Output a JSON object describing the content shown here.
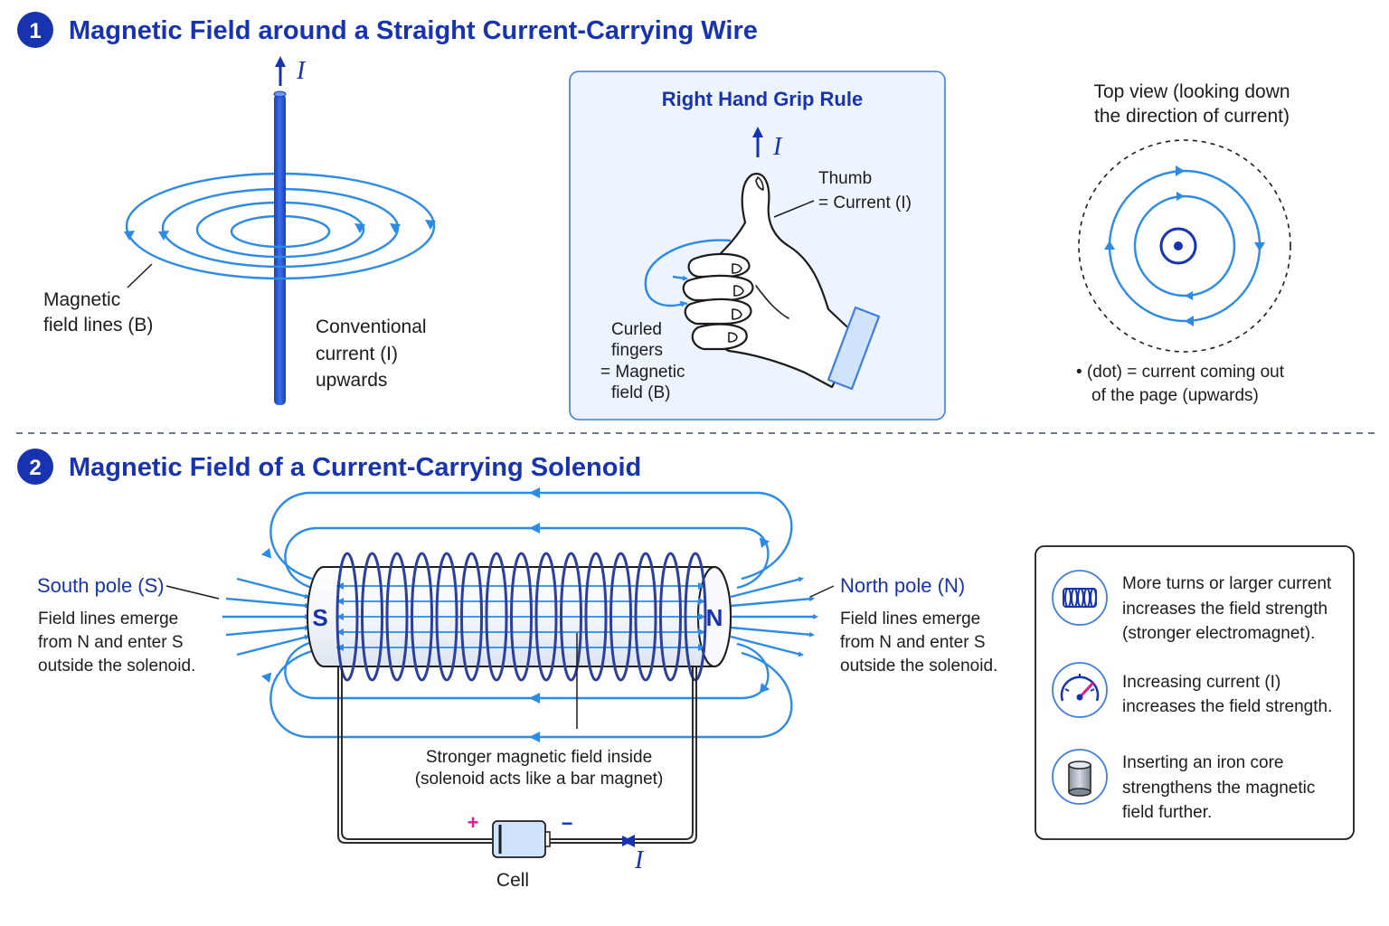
{
  "section1": {
    "number": "1",
    "title": "Magnetic Field around a Straight Current-Carrying Wire",
    "current_symbol": "I",
    "field_label_line1": "Magnetic",
    "field_label_line2": "field lines (B)",
    "current_label_line1": "Conventional",
    "current_label_line2": "current (I)",
    "current_label_line3": "upwards",
    "grip_rule": {
      "title": "Right Hand Grip Rule",
      "current_symbol": "I",
      "thumb_line1": "Thumb",
      "thumb_line2": "= Current (I)",
      "fingers_line1": "Curled",
      "fingers_line2": "fingers",
      "fingers_line3": "= Magnetic",
      "fingers_line4": "field (B)"
    },
    "top_view": {
      "title_line1": "Top view (looking down",
      "title_line2": "the direction of current)",
      "note_line1": "• (dot) = current coming out",
      "note_line2": "of the page (upwards)"
    }
  },
  "section2": {
    "number": "2",
    "title": "Magnetic Field of a Current-Carrying Solenoid",
    "south_label": "South pole (S)",
    "north_label": "North pole (N)",
    "south_letter": "S",
    "north_letter": "N",
    "left_note_line1": "Field lines emerge",
    "left_note_line2": "from N and enter S",
    "left_note_line3": "outside the solenoid.",
    "right_note_line1": "Field lines emerge",
    "right_note_line2": "from N and enter S",
    "right_note_line3": "outside the solenoid.",
    "inside_line1": "Stronger magnetic field inside",
    "inside_line2": "(solenoid acts like a bar magnet)",
    "cell_label": "Cell",
    "plus": "+",
    "minus": "−",
    "current_symbol": "I",
    "facts": [
      {
        "icon": "coil-icon",
        "line1": "More turns or larger current",
        "line2": "increases the field strength",
        "line3": "(stronger electromagnet)."
      },
      {
        "icon": "gauge-icon",
        "line1": "Increasing current (I)",
        "line2": "increases the field strength.",
        "line3": ""
      },
      {
        "icon": "iron-core-icon",
        "line1": "Inserting an iron core",
        "line2": "strengthens the magnetic",
        "line3": "field further."
      }
    ]
  },
  "colors": {
    "title_blue": "#1733b0",
    "field_blue": "#2b8be6",
    "panel_bg": "#eef4fd",
    "plus_pink": "#e0188b"
  }
}
